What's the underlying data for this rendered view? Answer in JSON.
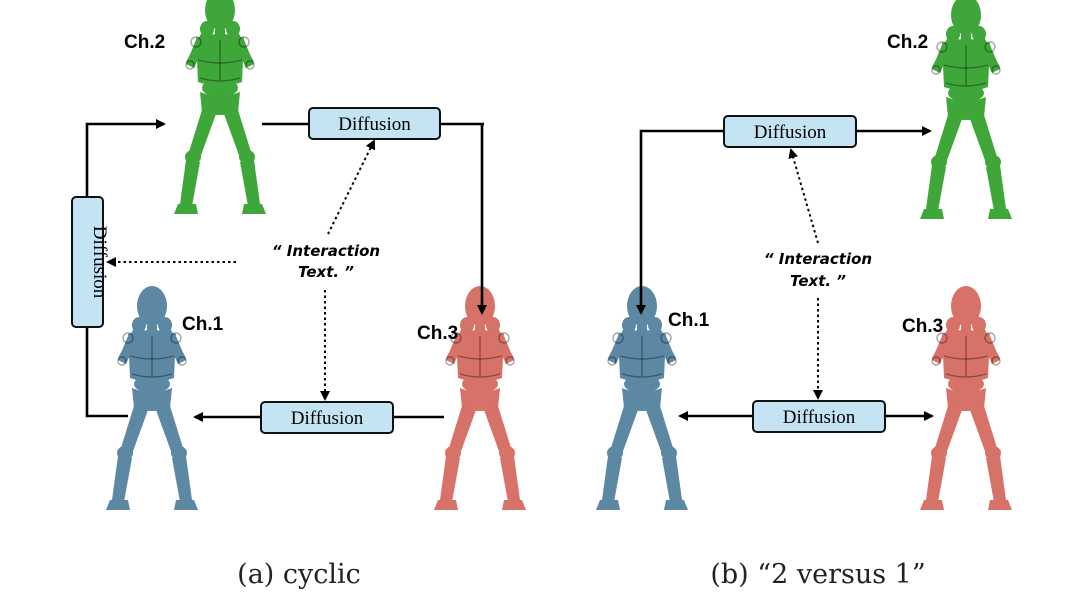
{
  "colors": {
    "ch1_blue": "#5c88a4",
    "ch2_green": "#3fa63a",
    "ch3_red": "#d67268",
    "diffusion_box_fill": "#c5e4f3"
  },
  "panel_a": {
    "ch1_label": "Ch.1",
    "ch2_label": "Ch.2",
    "ch3_label": "Ch.3",
    "diffusion_top": "Diffusion",
    "diffusion_left": "Diffusion",
    "diffusion_bottom": "Diffusion",
    "interaction_text_line1": "“ Interaction",
    "interaction_text_line2": "Text. ”",
    "caption": "(a) cyclic"
  },
  "panel_b": {
    "ch1_label": "Ch.1",
    "ch2_label": "Ch.2",
    "ch3_label": "Ch.3",
    "diffusion_top": "Diffusion",
    "diffusion_bottom": "Diffusion",
    "interaction_text_line1": "“ Interaction",
    "interaction_text_line2": "Text. ”",
    "caption": "(b) “2 versus 1”"
  }
}
